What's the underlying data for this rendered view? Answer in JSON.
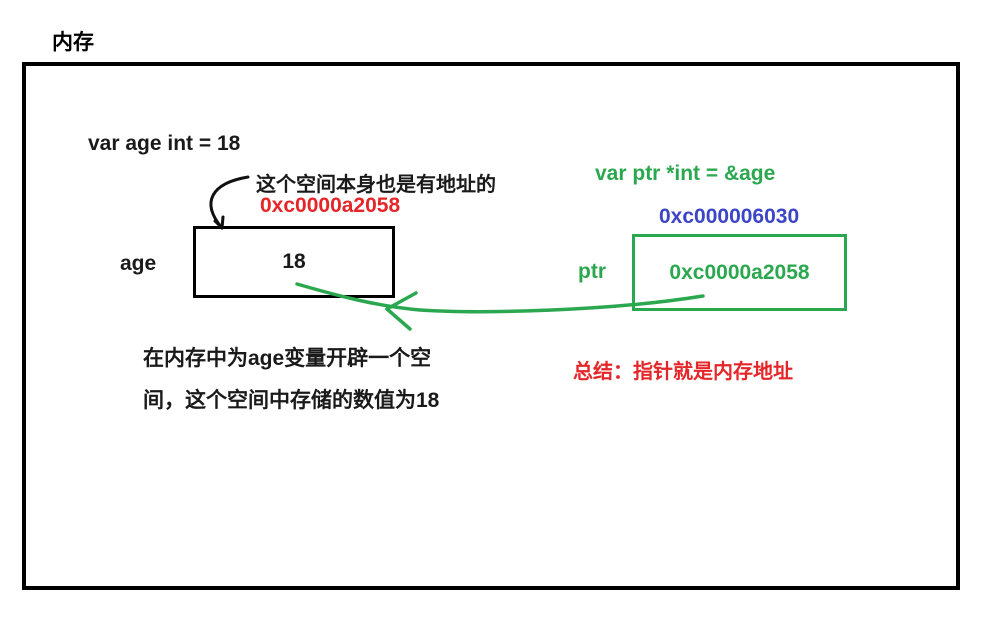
{
  "title": "内存",
  "colors": {
    "green": "#2ba84f",
    "blue": "#3c45c5",
    "red": "#e52629",
    "black": "#000000"
  },
  "age_side": {
    "declaration": "var age int = 18",
    "annotation": "这个空间本身也是有地址的",
    "annotation_address": "0xc0000a2058",
    "var_label": "age",
    "var_value": "18",
    "caption_line1": "在内存中为age变量开辟一个空",
    "caption_line2": "间，这个空间中存储的数值为18"
  },
  "ptr_side": {
    "declaration": "var ptr *int = &age",
    "box_own_address": "0xc000006030",
    "var_label": "ptr",
    "var_value": "0xc0000a2058",
    "summary": "总结：指针就是内存地址"
  }
}
